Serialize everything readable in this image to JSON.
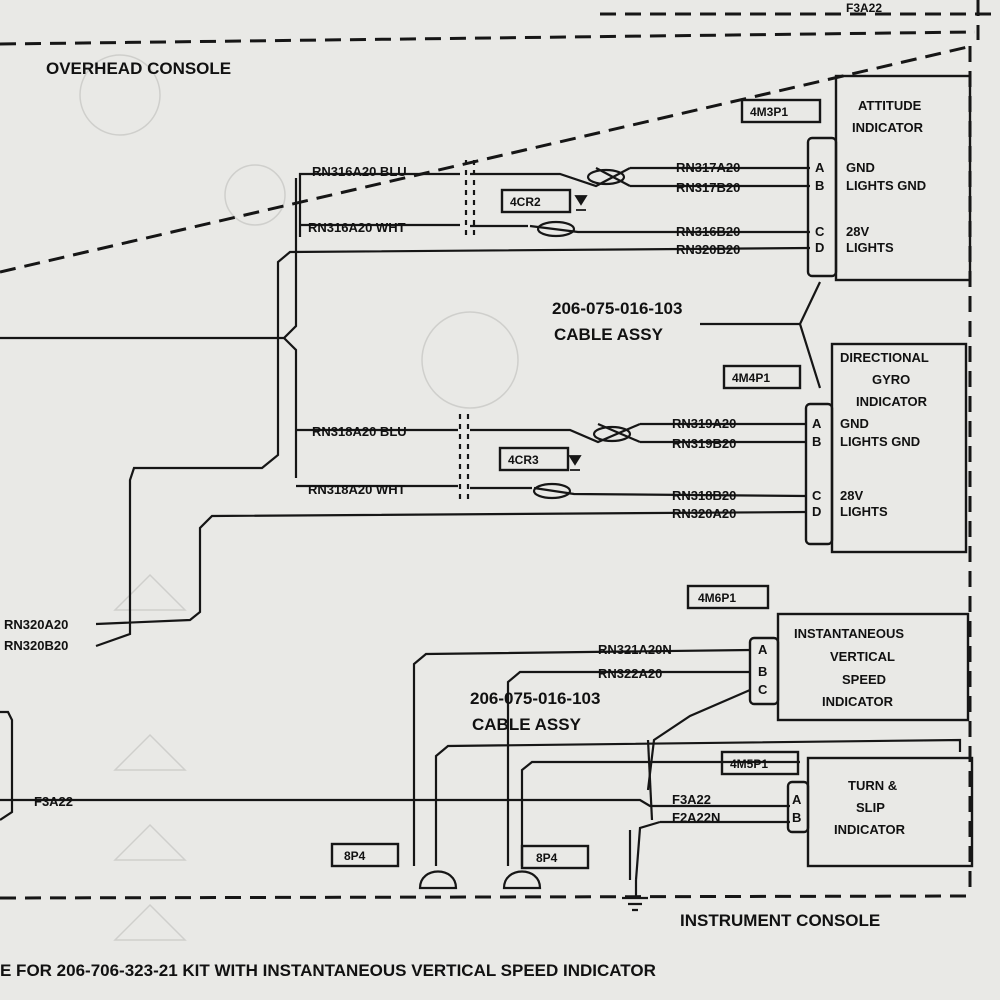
{
  "section_labels": {
    "overhead": "OVERHEAD CONSOLE",
    "instrument": "INSTRUMENT CONSOLE",
    "top_ref": "F3A22",
    "caption": "E FOR 206-706-323-21 KIT WITH INSTANTANEOUS VERTICAL SPEED INDICATOR"
  },
  "cable_assy": [
    {
      "part": "206-075-016-103",
      "label": "CABLE ASSY"
    },
    {
      "part": "206-075-016-103",
      "label": "CABLE ASSY"
    }
  ],
  "connector_tags": [
    "4M3P1",
    "4M4P1",
    "4M6P1",
    "4M5P1"
  ],
  "diode_tags": [
    "4CR2",
    "4CR3"
  ],
  "ground_tags": [
    "8P4",
    "8P4"
  ],
  "instruments": {
    "attitude": {
      "title1": "ATTITUDE",
      "title2": "INDICATOR",
      "pins": [
        "A",
        "B",
        "C",
        "D"
      ],
      "functions": [
        "GND",
        "LIGHTS GND",
        "28V",
        "LIGHTS"
      ]
    },
    "gyro": {
      "title1": "DIRECTIONAL",
      "title2": "GYRO",
      "title3": "INDICATOR",
      "pins": [
        "A",
        "B",
        "C",
        "D"
      ],
      "functions": [
        "GND",
        "LIGHTS GND",
        "28V",
        "LIGHTS"
      ]
    },
    "ivsi": {
      "title1": "INSTANTANEOUS",
      "title2": "VERTICAL",
      "title3": "SPEED",
      "title4": "INDICATOR",
      "pins": [
        "A",
        "B",
        "C"
      ]
    },
    "turn": {
      "title1": "TURN &",
      "title2": "SLIP",
      "title3": "INDICATOR",
      "pins": [
        "A",
        "B"
      ]
    }
  },
  "wires": {
    "att_blu": "RN316A20 BLU",
    "att_wht": "RN316A20 WHT",
    "att_a": "RN317A20",
    "att_b": "RN317B20",
    "att_c": "RN316B20",
    "att_d": "RN320B20",
    "dg_blu": "RN318A20 BLU",
    "dg_wht": "RN318A20 WHT",
    "dg_a": "RN319A20",
    "dg_b": "RN319B20",
    "dg_c": "RN318B20",
    "dg_d": "RN320A20",
    "left_1": "RN320A20",
    "left_2": "RN320B20",
    "ivsi_a": "RN321A20N",
    "ivsi_b": "RN322A20",
    "f3a22_left": "F3A22",
    "turn_a": "F3A22",
    "turn_b": "F2A22N"
  }
}
